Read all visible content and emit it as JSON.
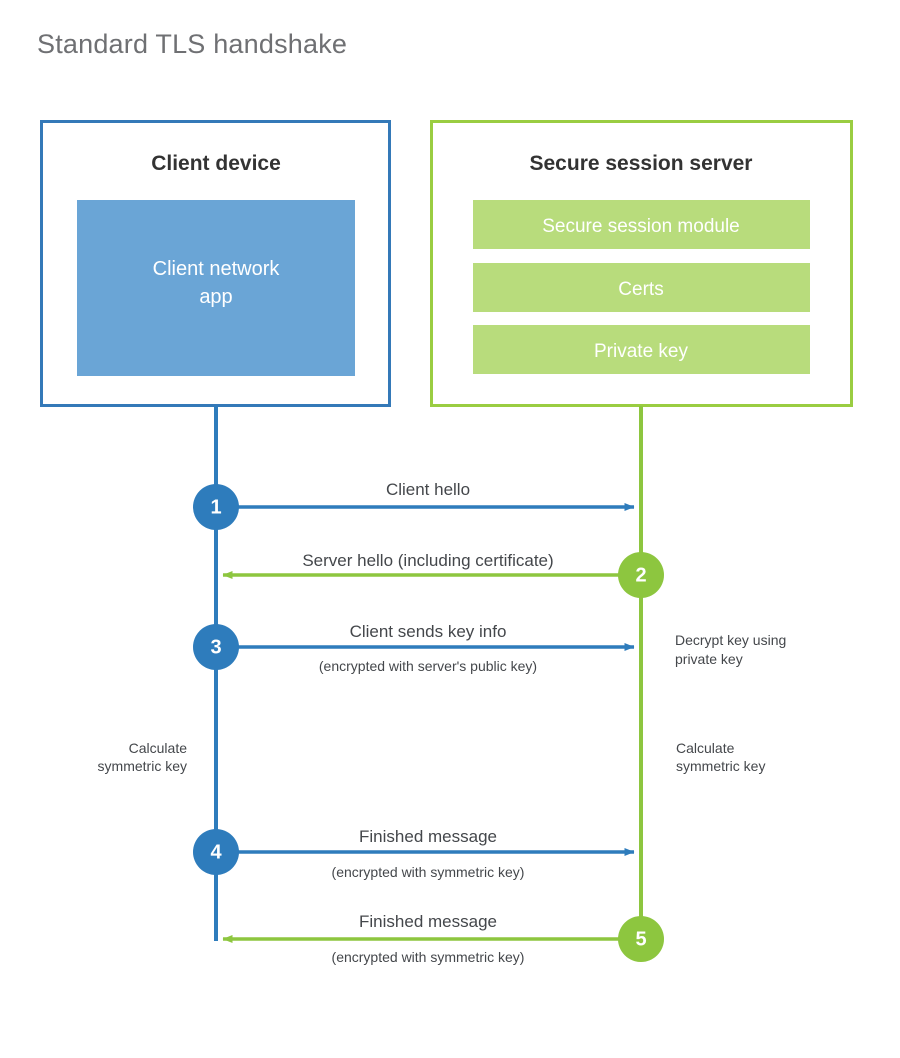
{
  "title": "Standard TLS handshake",
  "colors": {
    "client_border": "#3479B8",
    "client_fill": "#6AA5D6",
    "client_line": "#2E7CBC",
    "server_border": "#9ACD41",
    "server_fill": "#B8DC7C",
    "server_line": "#8DC63F",
    "text": "#44474b",
    "title_text": "#6f7073",
    "panel_title_text": "#333333",
    "background": "#ffffff"
  },
  "client_panel": {
    "title": "Client device",
    "app_label_line1": "Client network",
    "app_label_line2": "app"
  },
  "server_panel": {
    "title": "Secure session server",
    "items": [
      {
        "label": "Secure session module"
      },
      {
        "label": "Certs"
      },
      {
        "label": "Private key"
      }
    ]
  },
  "steps": [
    {
      "number": "1",
      "direction": "client-to-server",
      "actor": "client",
      "label": "Client hello",
      "sublabel": ""
    },
    {
      "number": "2",
      "direction": "server-to-client",
      "actor": "server",
      "label": "Server hello (including certificate)",
      "sublabel": ""
    },
    {
      "number": "3",
      "direction": "client-to-server",
      "actor": "client",
      "label": "Client sends key info",
      "sublabel": "(encrypted with server's public key)"
    },
    {
      "number": "4",
      "direction": "client-to-server",
      "actor": "client",
      "label": "Finished message",
      "sublabel": "(encrypted with symmetric key)"
    },
    {
      "number": "5",
      "direction": "server-to-client",
      "actor": "server",
      "label": "Finished message",
      "sublabel": "(encrypted with symmetric key)"
    }
  ],
  "annotations": {
    "decrypt_note_line1": "Decrypt key using",
    "decrypt_note_line2": "private key",
    "client_calc_line1": "Calculate",
    "client_calc_line2": "symmetric key",
    "server_calc_line1": "Calculate",
    "server_calc_line2": "symmetric key"
  }
}
